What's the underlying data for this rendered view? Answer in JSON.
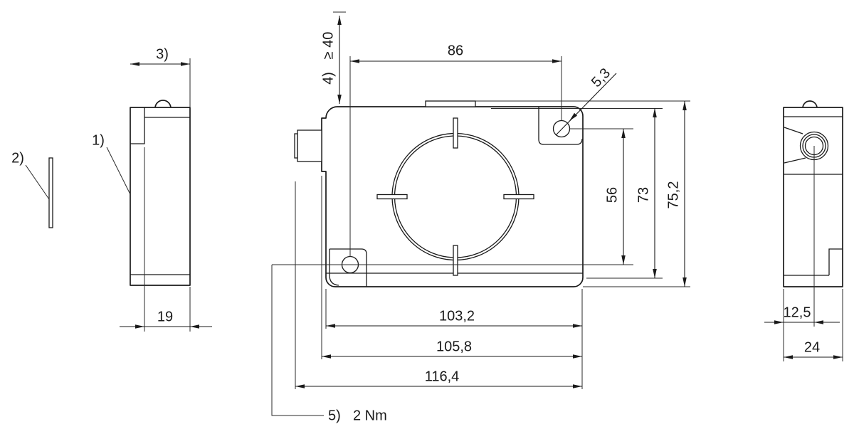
{
  "drawing": {
    "callouts": {
      "c1": "1)",
      "c2": "2)",
      "c3": "3)",
      "c4": "4)",
      "c5": "5)",
      "min_clearance": "≥ 40",
      "torque": "2 Nm",
      "hole_diameter": "5,3"
    },
    "front_view": {
      "top_width": "86",
      "hole_spacing_vertical": "56",
      "body_height": "73",
      "total_height": "75,2",
      "width_inner": "103,2",
      "width_body": "105,8",
      "width_total": "116,4"
    },
    "left_view": {
      "depth_body": "19"
    },
    "right_view": {
      "connector_offset": "12,5",
      "depth_total": "24"
    }
  }
}
